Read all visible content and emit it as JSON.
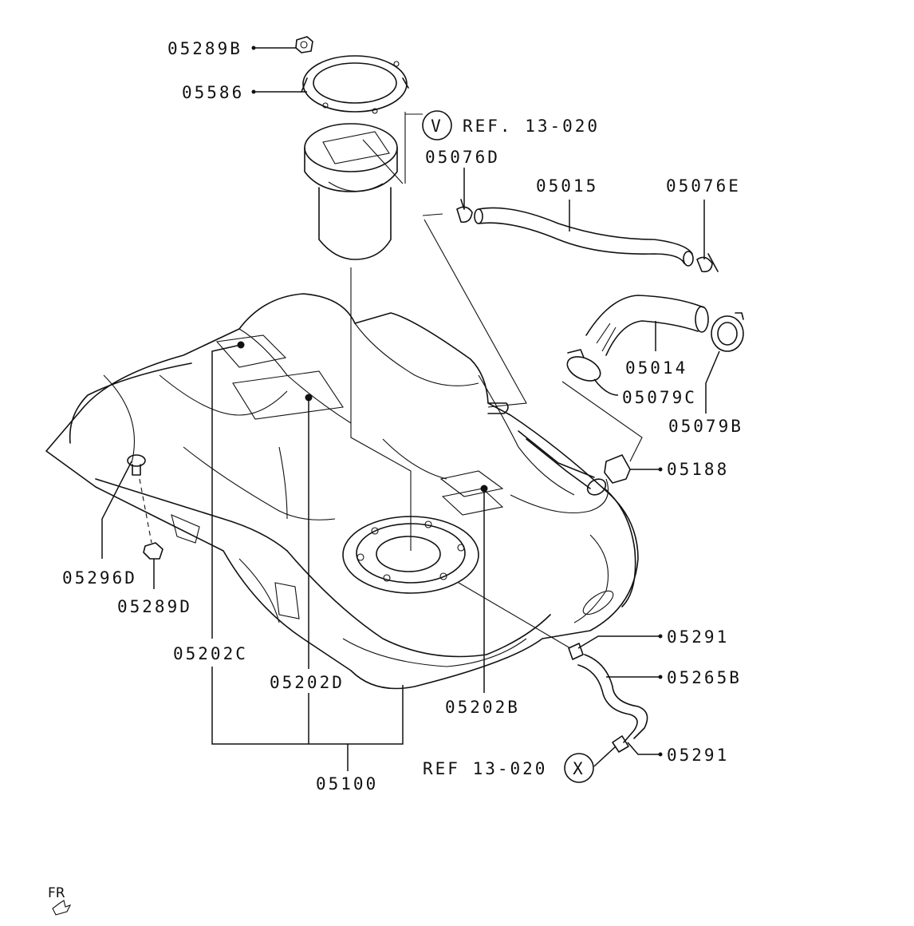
{
  "diagram": {
    "part_labels": {
      "p05289B": "05289B",
      "p05586": "05586",
      "p05076D": "05076D",
      "p05015": "05015",
      "p05076E": "05076E",
      "p05014": "05014",
      "p05079C": "05079C",
      "p05079B": "05079B",
      "p05188": "05188",
      "p05296D": "05296D",
      "p05289D": "05289D",
      "p05202C": "05202C",
      "p05202D": "05202D",
      "p05202B": "05202B",
      "p05291_top": "05291",
      "p05265B": "05265B",
      "p05291_bottom": "05291",
      "p05100": "05100"
    },
    "references": {
      "ref_v_letter": "V",
      "ref_v_text": "REF. 13-020",
      "ref_x_letter": "X",
      "ref_x_text": "REF  13-020"
    },
    "orientation": {
      "fr_label": "FR"
    }
  }
}
